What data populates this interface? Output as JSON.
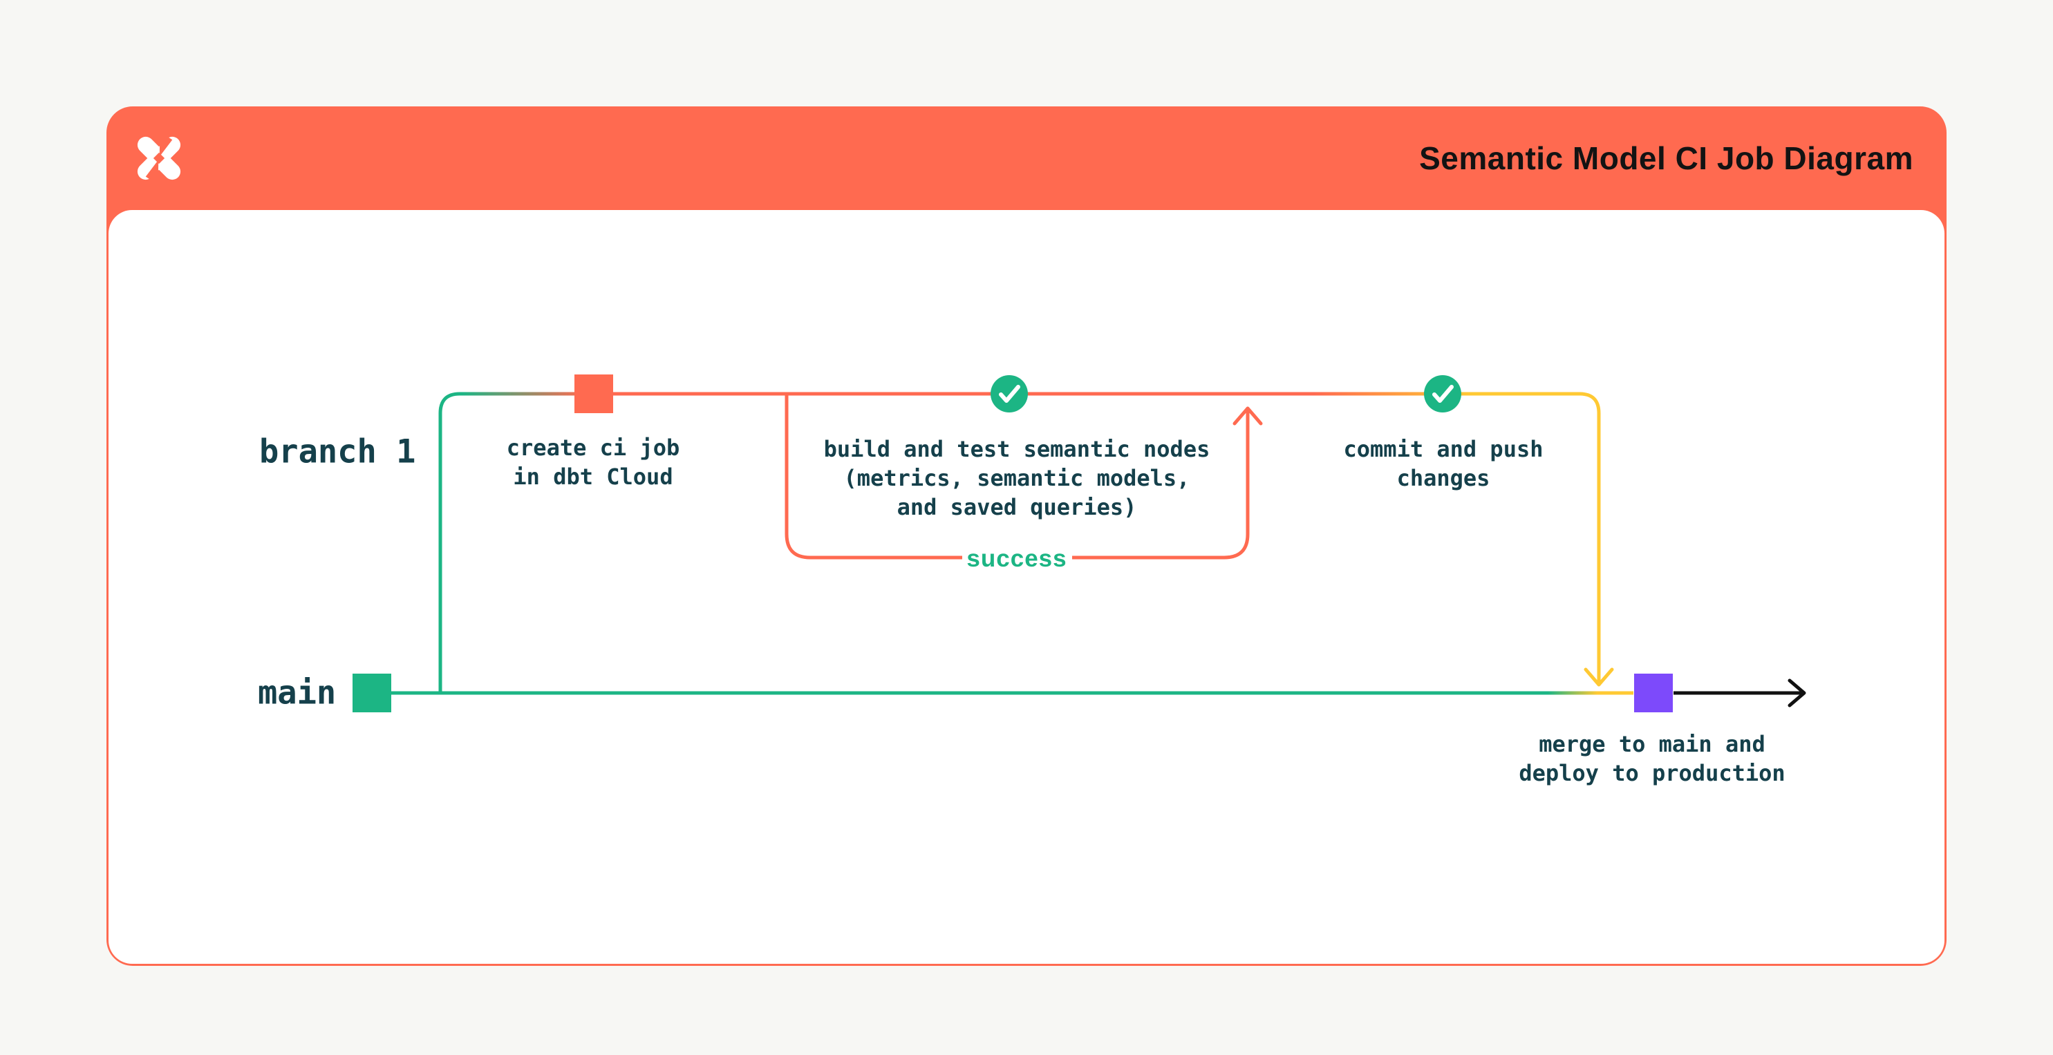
{
  "header": {
    "title": "Semantic Model CI Job Diagram",
    "logo_icon": "dbt-logo",
    "background": "#FF6A50"
  },
  "diagram": {
    "lanes": {
      "branch_label": "branch 1",
      "main_label": "main"
    },
    "nodes": [
      {
        "id": "create-ci-job",
        "marker": "orange-square",
        "label": "create ci job\nin dbt Cloud"
      },
      {
        "id": "build-test",
        "marker": "check-circle",
        "label": "build and test semantic nodes\n(metrics, semantic models,\nand saved queries)"
      },
      {
        "id": "commit-push",
        "marker": "check-circle",
        "label": "commit and push\nchanges"
      },
      {
        "id": "merge-deploy",
        "marker": "purple-square",
        "label": "merge to main and\ndeploy to production"
      }
    ],
    "loop_label": "success",
    "colors": {
      "orange": "#FF6A50",
      "green": "#1CB584",
      "yellow": "#FFC933",
      "purple": "#7D4AFB",
      "text_dark": "#15404B",
      "title_text": "#131313",
      "arrow_black": "#111111",
      "page_background": "#F7F7F4",
      "card_background": "#FFFFFF"
    }
  }
}
